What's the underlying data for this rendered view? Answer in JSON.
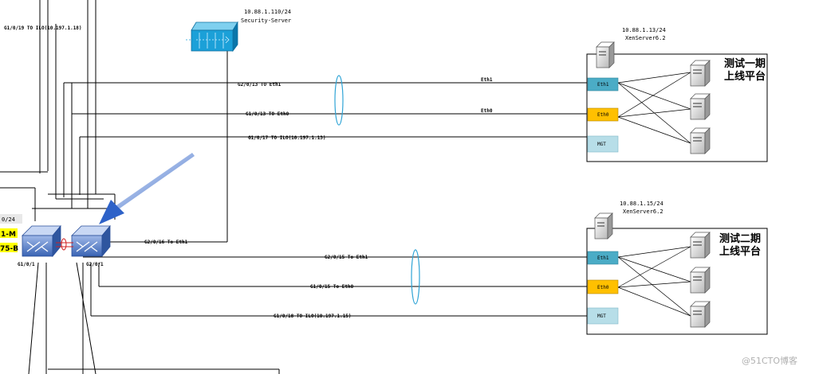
{
  "switch_stack": {
    "subnet_partial": "0/24",
    "name_partial_1": "1-M",
    "name_partial_2": "75-B",
    "port_left": "G1/0/1",
    "port_right": "G2/0/1"
  },
  "security_server": {
    "ip": "10.88.1.110/24",
    "name": "Security-Server"
  },
  "links": {
    "top_vertical": "G1/0/19 TO ILO(10.197.1.18)",
    "g2_0_13": "G2/0/13 TO Eth1",
    "g1_0_13": "G1/0/13 TO Eth0",
    "g1_0_17": "G1/0/17 TO ILO(10.197.1.13)",
    "g2_0_16": "G2/0/16 To Eth1",
    "g2_0_15": "G2/0/15 To Eth1",
    "g1_0_15": "G1/0/15 To Eth0",
    "g1_0_18": "G1/0/18 TO ILO(10.197.1.15)",
    "eth1_tag": "Eth1",
    "eth0_tag": "Eth0"
  },
  "platform_1": {
    "ip": "10.88.1.13/24",
    "model": "XenServer6.2",
    "title_line1": "测试一期",
    "title_line2": "上线平台",
    "ports": [
      "Eth1",
      "Eth0",
      "MGT"
    ]
  },
  "platform_2": {
    "ip": "10.88.1.15/24",
    "model": "XenServer6.2",
    "title_line1": "测试二期",
    "title_line2": "上线平台",
    "ports": [
      "Eth1",
      "Eth0",
      "MGT"
    ]
  },
  "watermark": "@51CTO博客",
  "colors": {
    "eth1_port": "#4bacc6",
    "eth0_port": "#ffc000",
    "mgt_port": "#b7dee8",
    "label_highlight": "#ffff00",
    "lag_ellipse": "#2fa4d6",
    "arrow": "#2e62c8",
    "security_server": "#1ba0d8"
  },
  "icons": [
    "security-server-icon",
    "server-icon",
    "switch-icon",
    "arrow-icon"
  ]
}
